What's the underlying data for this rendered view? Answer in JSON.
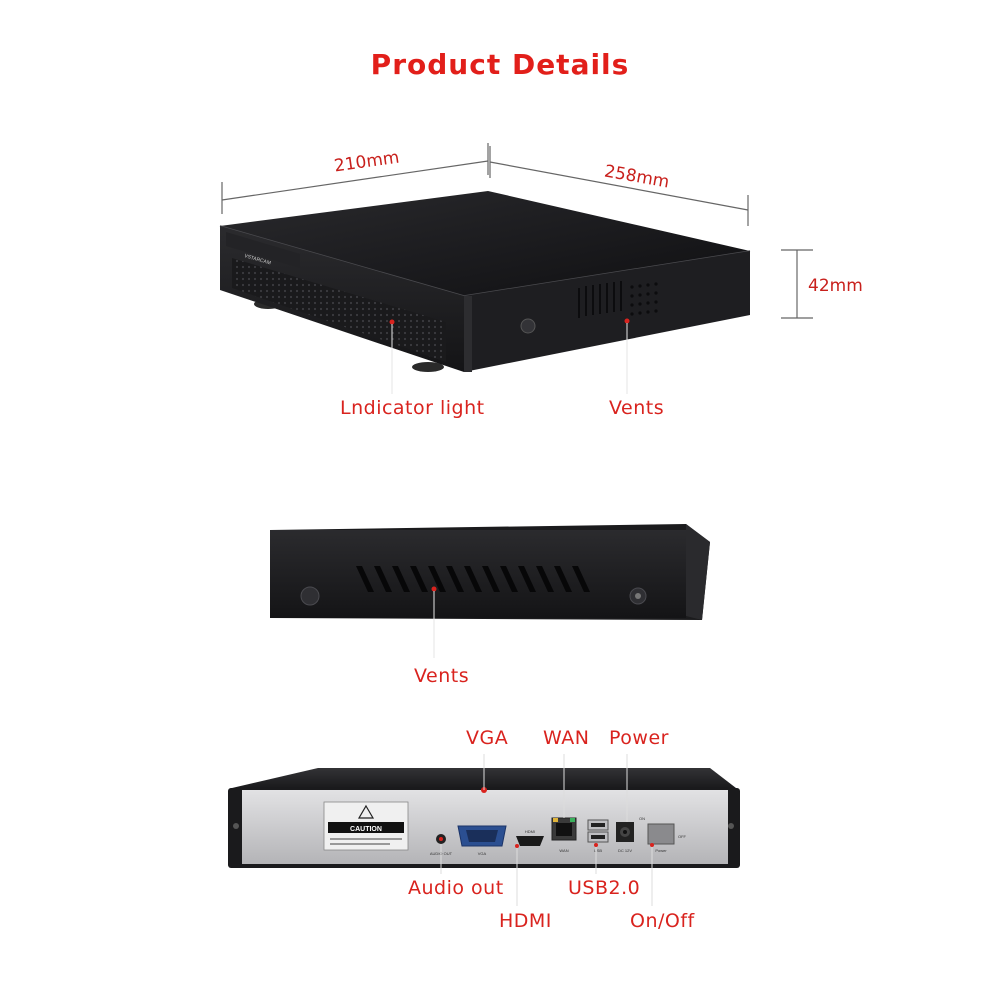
{
  "title": "Product Details",
  "dimensions": {
    "width": "210mm",
    "depth": "258mm",
    "height": "42mm"
  },
  "front_view": {
    "brand": "VSTARCAM",
    "labels": {
      "indicator": "Lndicator light",
      "vents": "Vents"
    }
  },
  "side_view": {
    "labels": {
      "vents": "Vents"
    }
  },
  "rear_view": {
    "caution": "CAUTION",
    "port_texts": {
      "audio": "AUDIO OUT",
      "vga": "VGA",
      "hdmi": "HDMI",
      "wan": "WAN",
      "usb": "USB",
      "dc": "DC 12V",
      "power": "Power",
      "on": "ON",
      "off": "OFF"
    },
    "labels": {
      "vga": "VGA",
      "wan": "WAN",
      "power": "Power",
      "audio_out": "Audio out",
      "usb": "USB2.0",
      "hdmi": "HDMI",
      "onoff": "On/Off"
    }
  },
  "colors": {
    "accent": "#e21f1a",
    "device_body": "#1b1b1d",
    "rear_panel": "#c9c9cb"
  }
}
